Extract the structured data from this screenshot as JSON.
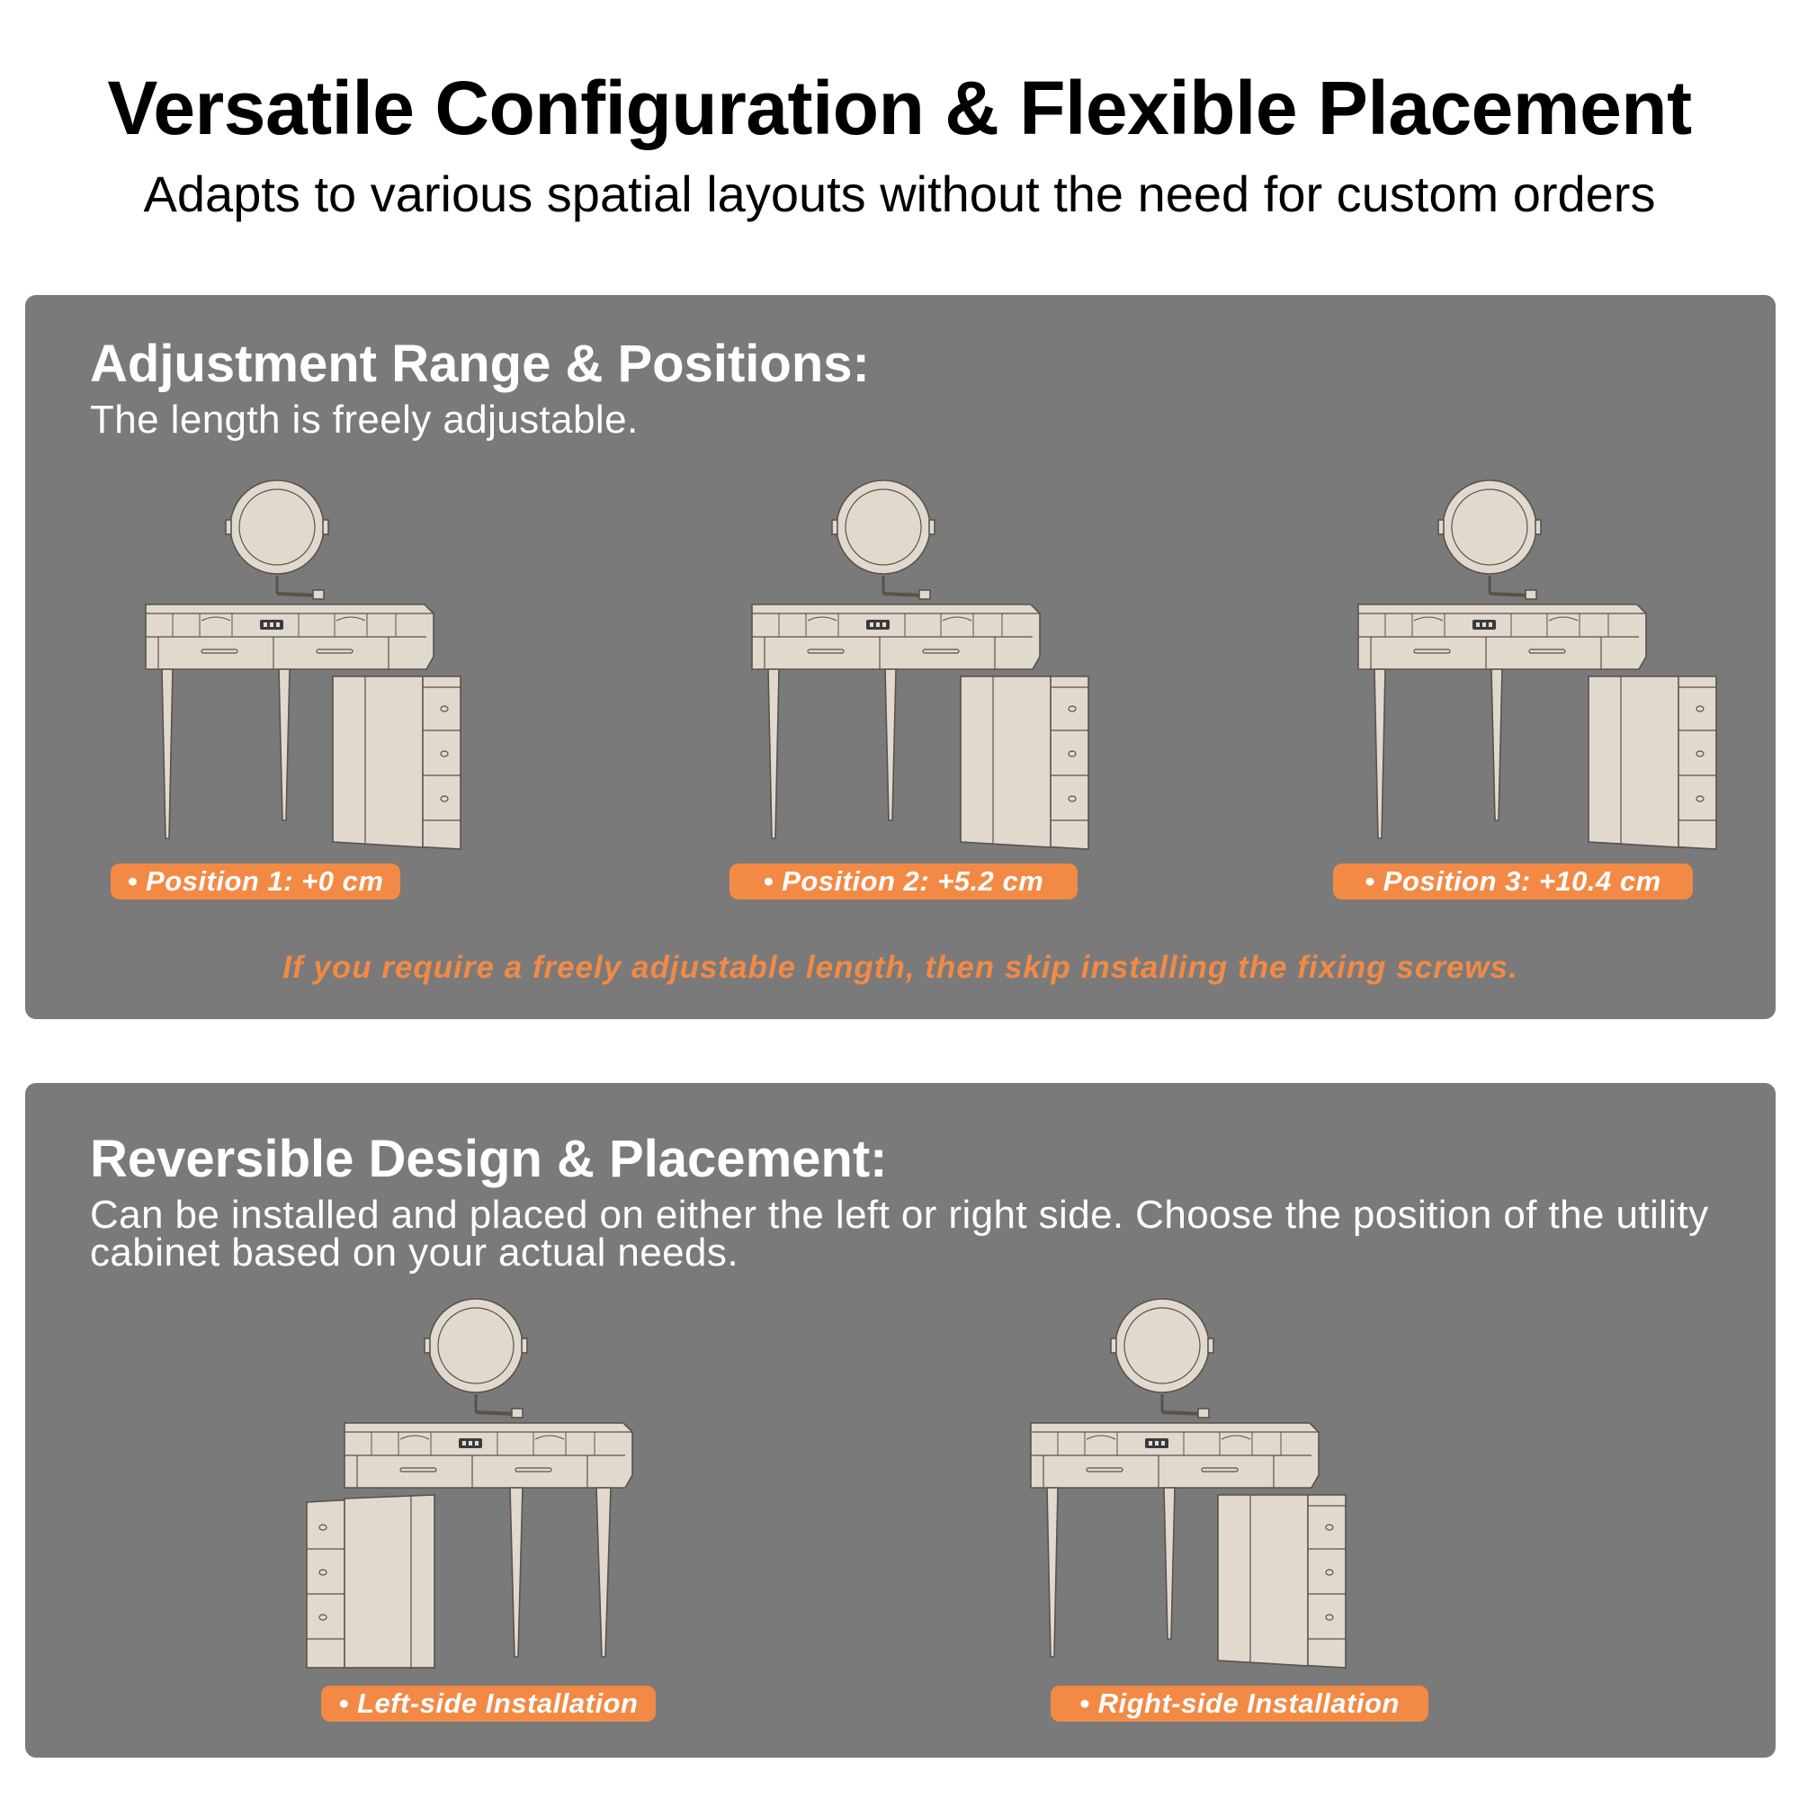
{
  "header": {
    "title": "Versatile Configuration & Flexible Placement",
    "subtitle": "Adapts to various spatial layouts without the need for custom orders"
  },
  "adjustment": {
    "title": "Adjustment Range & Positions:",
    "description": "The length is freely adjustable.",
    "positions": [
      {
        "label": "• Position 1: +0 cm",
        "offset_cm": 0
      },
      {
        "label": "• Position 2: +5.2 cm",
        "offset_cm": 5.2
      },
      {
        "label": "• Position 3: +10.4 cm",
        "offset_cm": 10.4
      }
    ],
    "note": "If you require a freely adjustable length, then skip installing the fixing screws."
  },
  "reversible": {
    "title": "Reversible Design & Placement:",
    "description": "Can be installed and placed on either the left or right side. Choose the position of the utility cabinet based on your actual needs.",
    "options": [
      {
        "label": "• Left-side Installation",
        "cabinet_side": "left"
      },
      {
        "label": "• Right-side Installation",
        "cabinet_side": "right"
      }
    ]
  },
  "colors": {
    "panel": "#7a7a7a",
    "accent": "#f28a46",
    "furniture": "#e2d9ce",
    "outline": "#5a524b"
  },
  "icons": {
    "furniture_illustration": "corner-vanity-desk-with-mirror-and-cabinet",
    "mirror": "round-mirror-icon",
    "usb_panel": "usb-charging-port-icon"
  }
}
